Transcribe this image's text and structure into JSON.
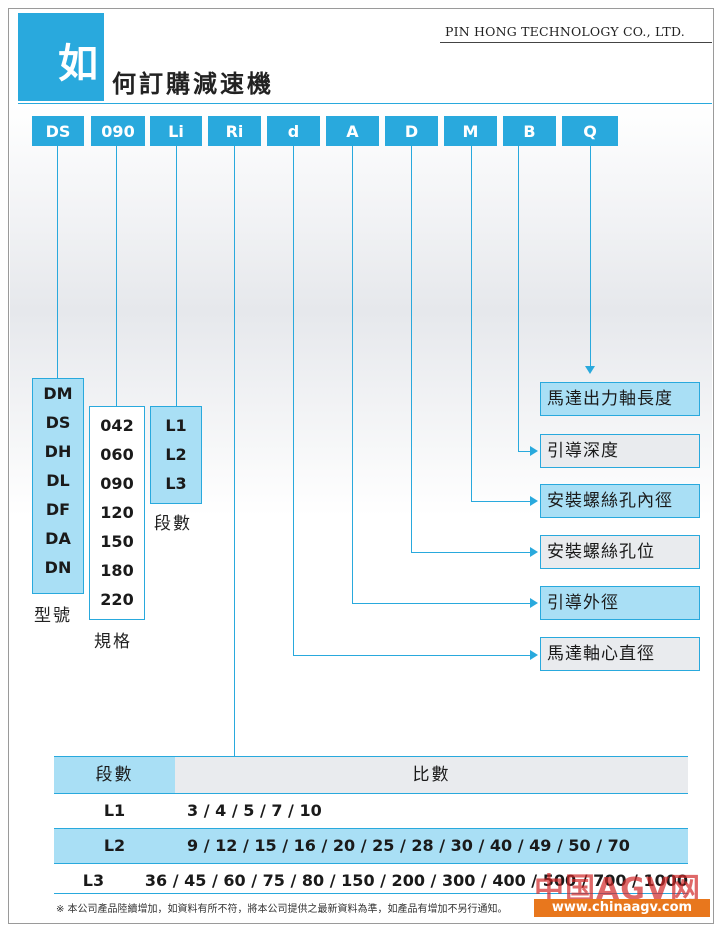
{
  "company": "PIN HONG TECHNOLOGY CO., LTD.",
  "title": {
    "first_char": "如",
    "rest": "何訂購減速機"
  },
  "codes": [
    "DS",
    "090",
    "Li",
    "Ri",
    "d",
    "A",
    "D",
    "M",
    "B",
    "Q"
  ],
  "model": {
    "items": [
      "DM",
      "DS",
      "DH",
      "DL",
      "DF",
      "DA",
      "DN"
    ],
    "caption": "型號"
  },
  "size": {
    "items": [
      "042",
      "060",
      "090",
      "120",
      "150",
      "180",
      "220"
    ],
    "caption": "規格"
  },
  "stage": {
    "items": [
      "L1",
      "L2",
      "L3"
    ],
    "caption": "段數"
  },
  "labels": [
    "馬達出力軸長度",
    "引導深度",
    "安裝螺絲孔內徑",
    "安裝螺絲孔位",
    "引導外徑",
    "馬達軸心直徑"
  ],
  "ratio_table": {
    "headers": [
      "段數",
      "比數"
    ],
    "rows": [
      {
        "stage": "L1",
        "ratios": "3 / 4 / 5 / 7 / 10"
      },
      {
        "stage": "L2",
        "ratios": "9 / 12 / 15 / 16 / 20 / 25 / 28 / 30 / 40 / 49 / 50 / 70"
      },
      {
        "stage": "L3",
        "ratios": "36 / 45 / 60 / 75 / 80 / 150 / 200 / 300 / 400 / 500 / 700 / 1000"
      }
    ]
  },
  "footnote": "※ 本公司產品陸續增加，如資料有所不符，將本公司提供之最新資料為準，如產品有增加不另行通知。",
  "watermark": {
    "brand": "中国AGV网",
    "url": "www.chinaagv.com"
  },
  "colors": {
    "accent": "#29a9dd",
    "light_blue": "#a9dff5",
    "grey": "#e9ebee",
    "watermark_orange": "#e8771d"
  }
}
